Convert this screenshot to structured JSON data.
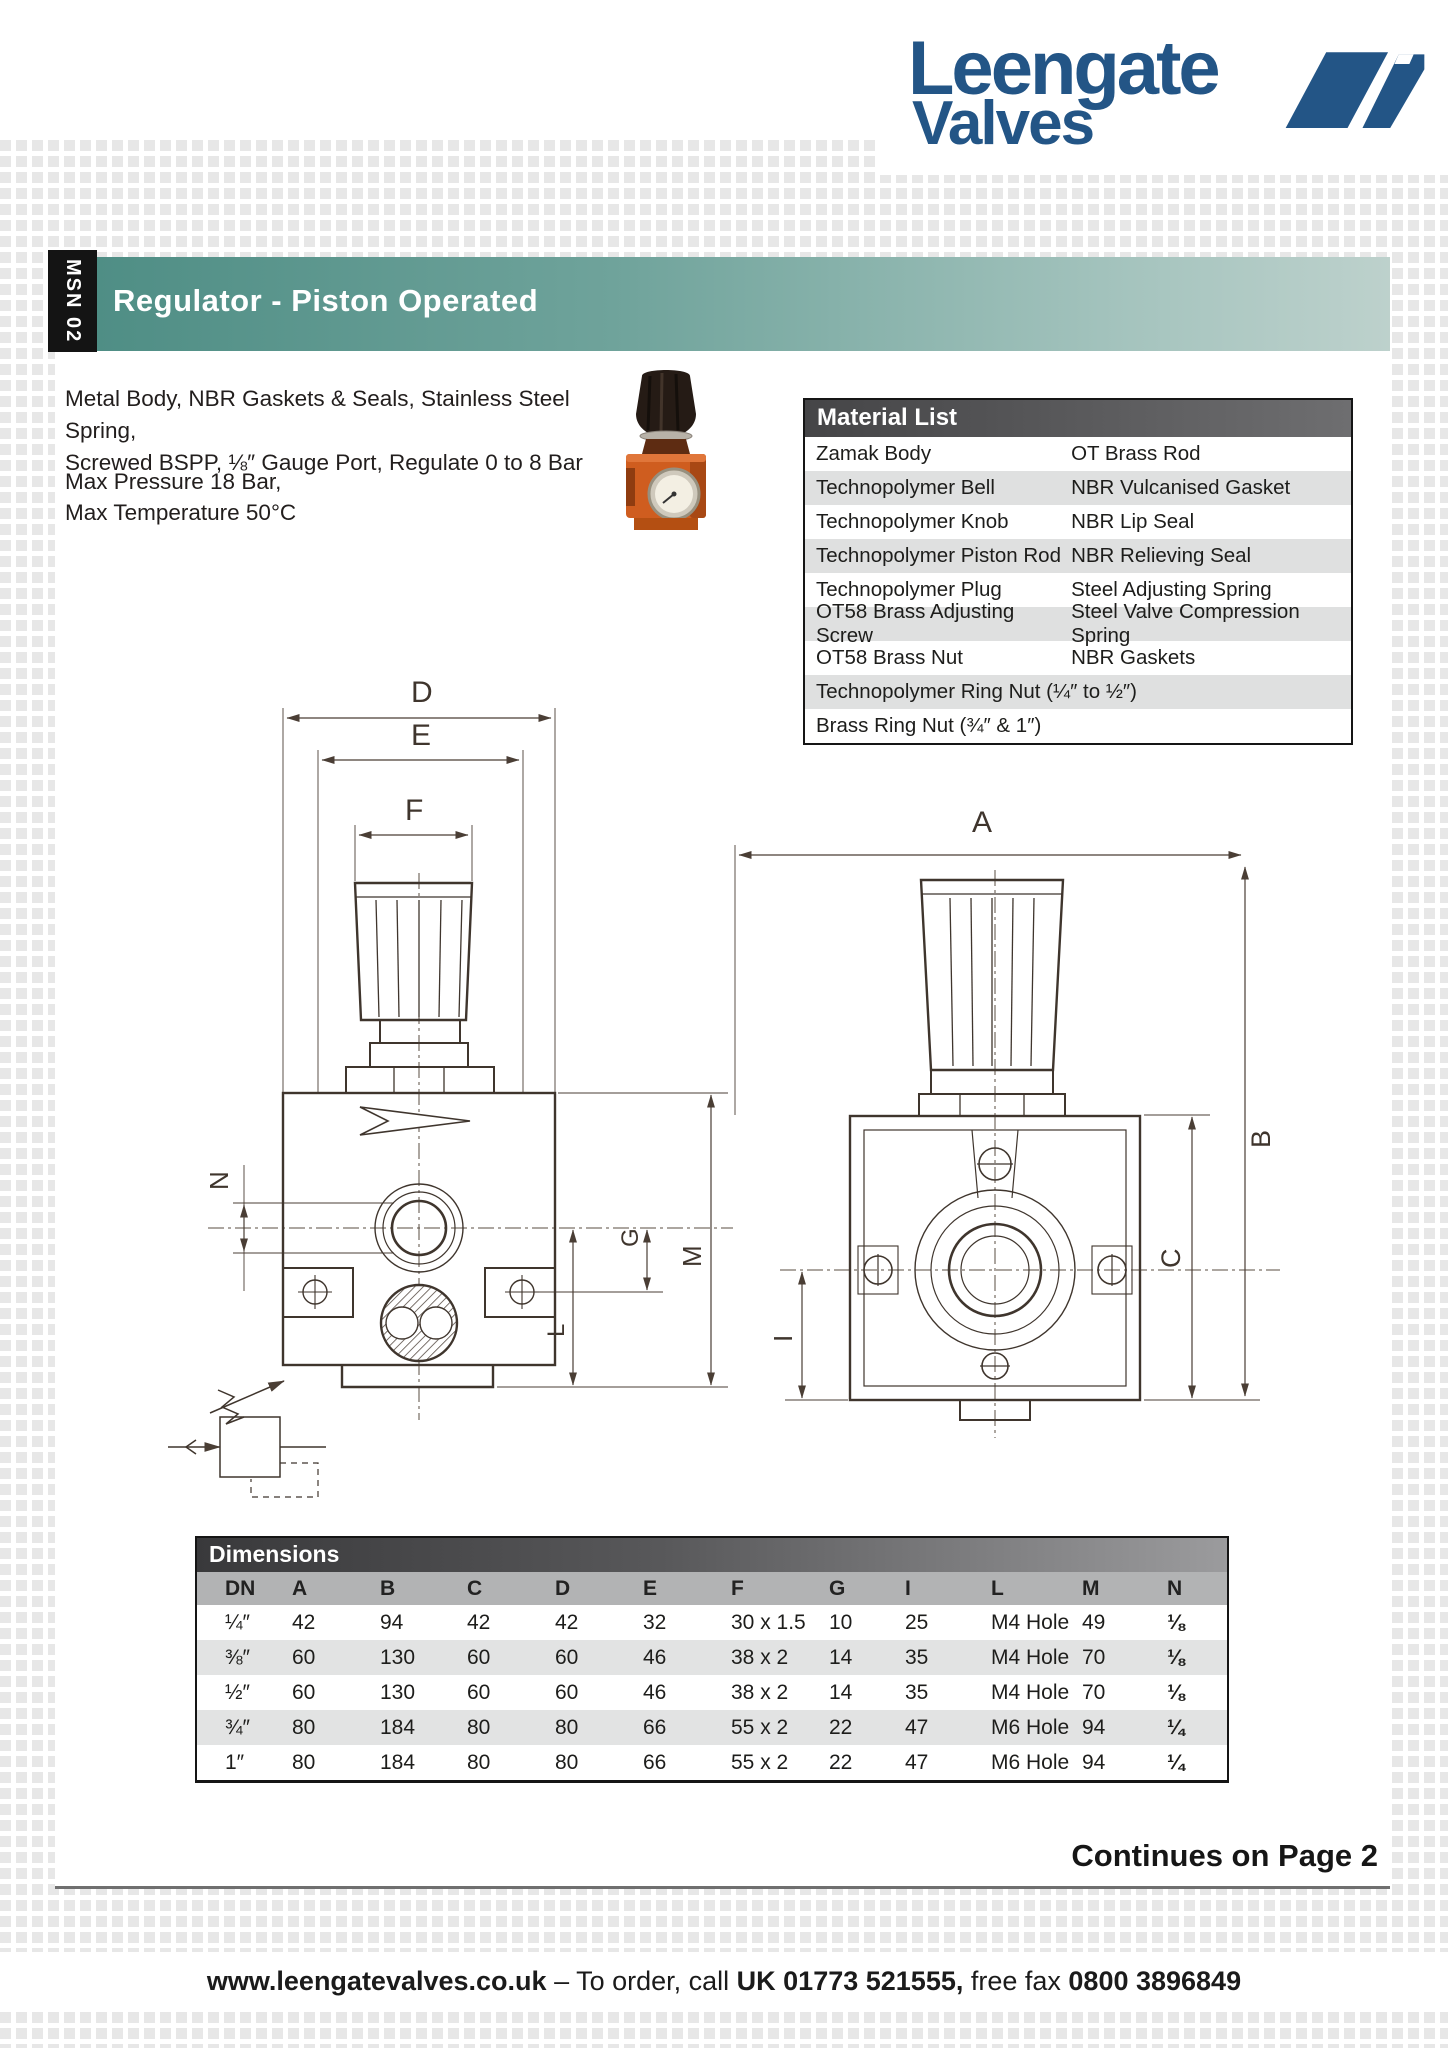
{
  "logo": {
    "line1": "Leengate",
    "line2": "Valves"
  },
  "tab": {
    "label": "MSN 02"
  },
  "header": {
    "title": "Regulator - Piston Operated"
  },
  "intro": {
    "line1": "Metal Body, NBR Gaskets & Seals, Stainless Steel Spring,",
    "line2": "Screwed BSPP, ⅛″ Gauge Port, Regulate 0 to 8 Bar",
    "line3": "Max Pressure 18 Bar,",
    "line4": "Max Temperature 50°C"
  },
  "material_list": {
    "title": "Material List",
    "rows": [
      {
        "l": "Zamak Body",
        "r": "OT Brass Rod"
      },
      {
        "l": "Technopolymer Bell",
        "r": "NBR Vulcanised Gasket"
      },
      {
        "l": "Technopolymer Knob",
        "r": "NBR Lip Seal"
      },
      {
        "l": "Technopolymer Piston Rod",
        "r": "NBR Relieving Seal"
      },
      {
        "l": "Technopolymer Plug",
        "r": "Steel Adjusting Spring"
      },
      {
        "l": "OT58 Brass Adjusting Screw",
        "r": "Steel Valve Compression Spring"
      },
      {
        "l": "OT58 Brass Nut",
        "r": "NBR Gaskets"
      }
    ],
    "full_rows": [
      "Technopolymer Ring Nut (¼″ to ½″)",
      "Brass Ring Nut (¾″ & 1″)"
    ]
  },
  "drawings": {
    "d": "D",
    "e": "E",
    "f": "F",
    "n": "N",
    "g": "G",
    "m": "M",
    "l": "L",
    "a": "A",
    "b": "B",
    "c": "C",
    "i": "I"
  },
  "dimensions_table": {
    "title": "Dimensions",
    "columns": [
      "DN",
      "A",
      "B",
      "C",
      "D",
      "E",
      "F",
      "G",
      "I",
      "L",
      "M",
      "N"
    ],
    "rows": [
      [
        "¼″",
        "42",
        "94",
        "42",
        "42",
        "32",
        "30 x 1.5",
        "10",
        "25",
        "M4 Hole",
        "49",
        "⅛"
      ],
      [
        "⅜″",
        "60",
        "130",
        "60",
        "60",
        "46",
        "38 x 2",
        "14",
        "35",
        "M4 Hole",
        "70",
        "⅛"
      ],
      [
        "½″",
        "60",
        "130",
        "60",
        "60",
        "46",
        "38 x 2",
        "14",
        "35",
        "M4 Hole",
        "70",
        "⅛"
      ],
      [
        "¾″",
        "80",
        "184",
        "80",
        "80",
        "66",
        "55 x 2",
        "22",
        "47",
        "M6 Hole",
        "94",
        "¼"
      ],
      [
        "1″",
        "80",
        "184",
        "80",
        "80",
        "66",
        "55 x 2",
        "22",
        "47",
        "M6 Hole",
        "94",
        "¼"
      ]
    ]
  },
  "continues": "Continues on Page 2",
  "footer": {
    "url": "www.leengatevalves.co.uk",
    "mid1": " – To order, call ",
    "phone": "UK 01773 521555,",
    "mid2": " free fax ",
    "fax": "0800 3896849"
  },
  "colors": {
    "brand_blue": "#235586",
    "teal": "#4f8e85",
    "orange": "#cf5d1f"
  }
}
